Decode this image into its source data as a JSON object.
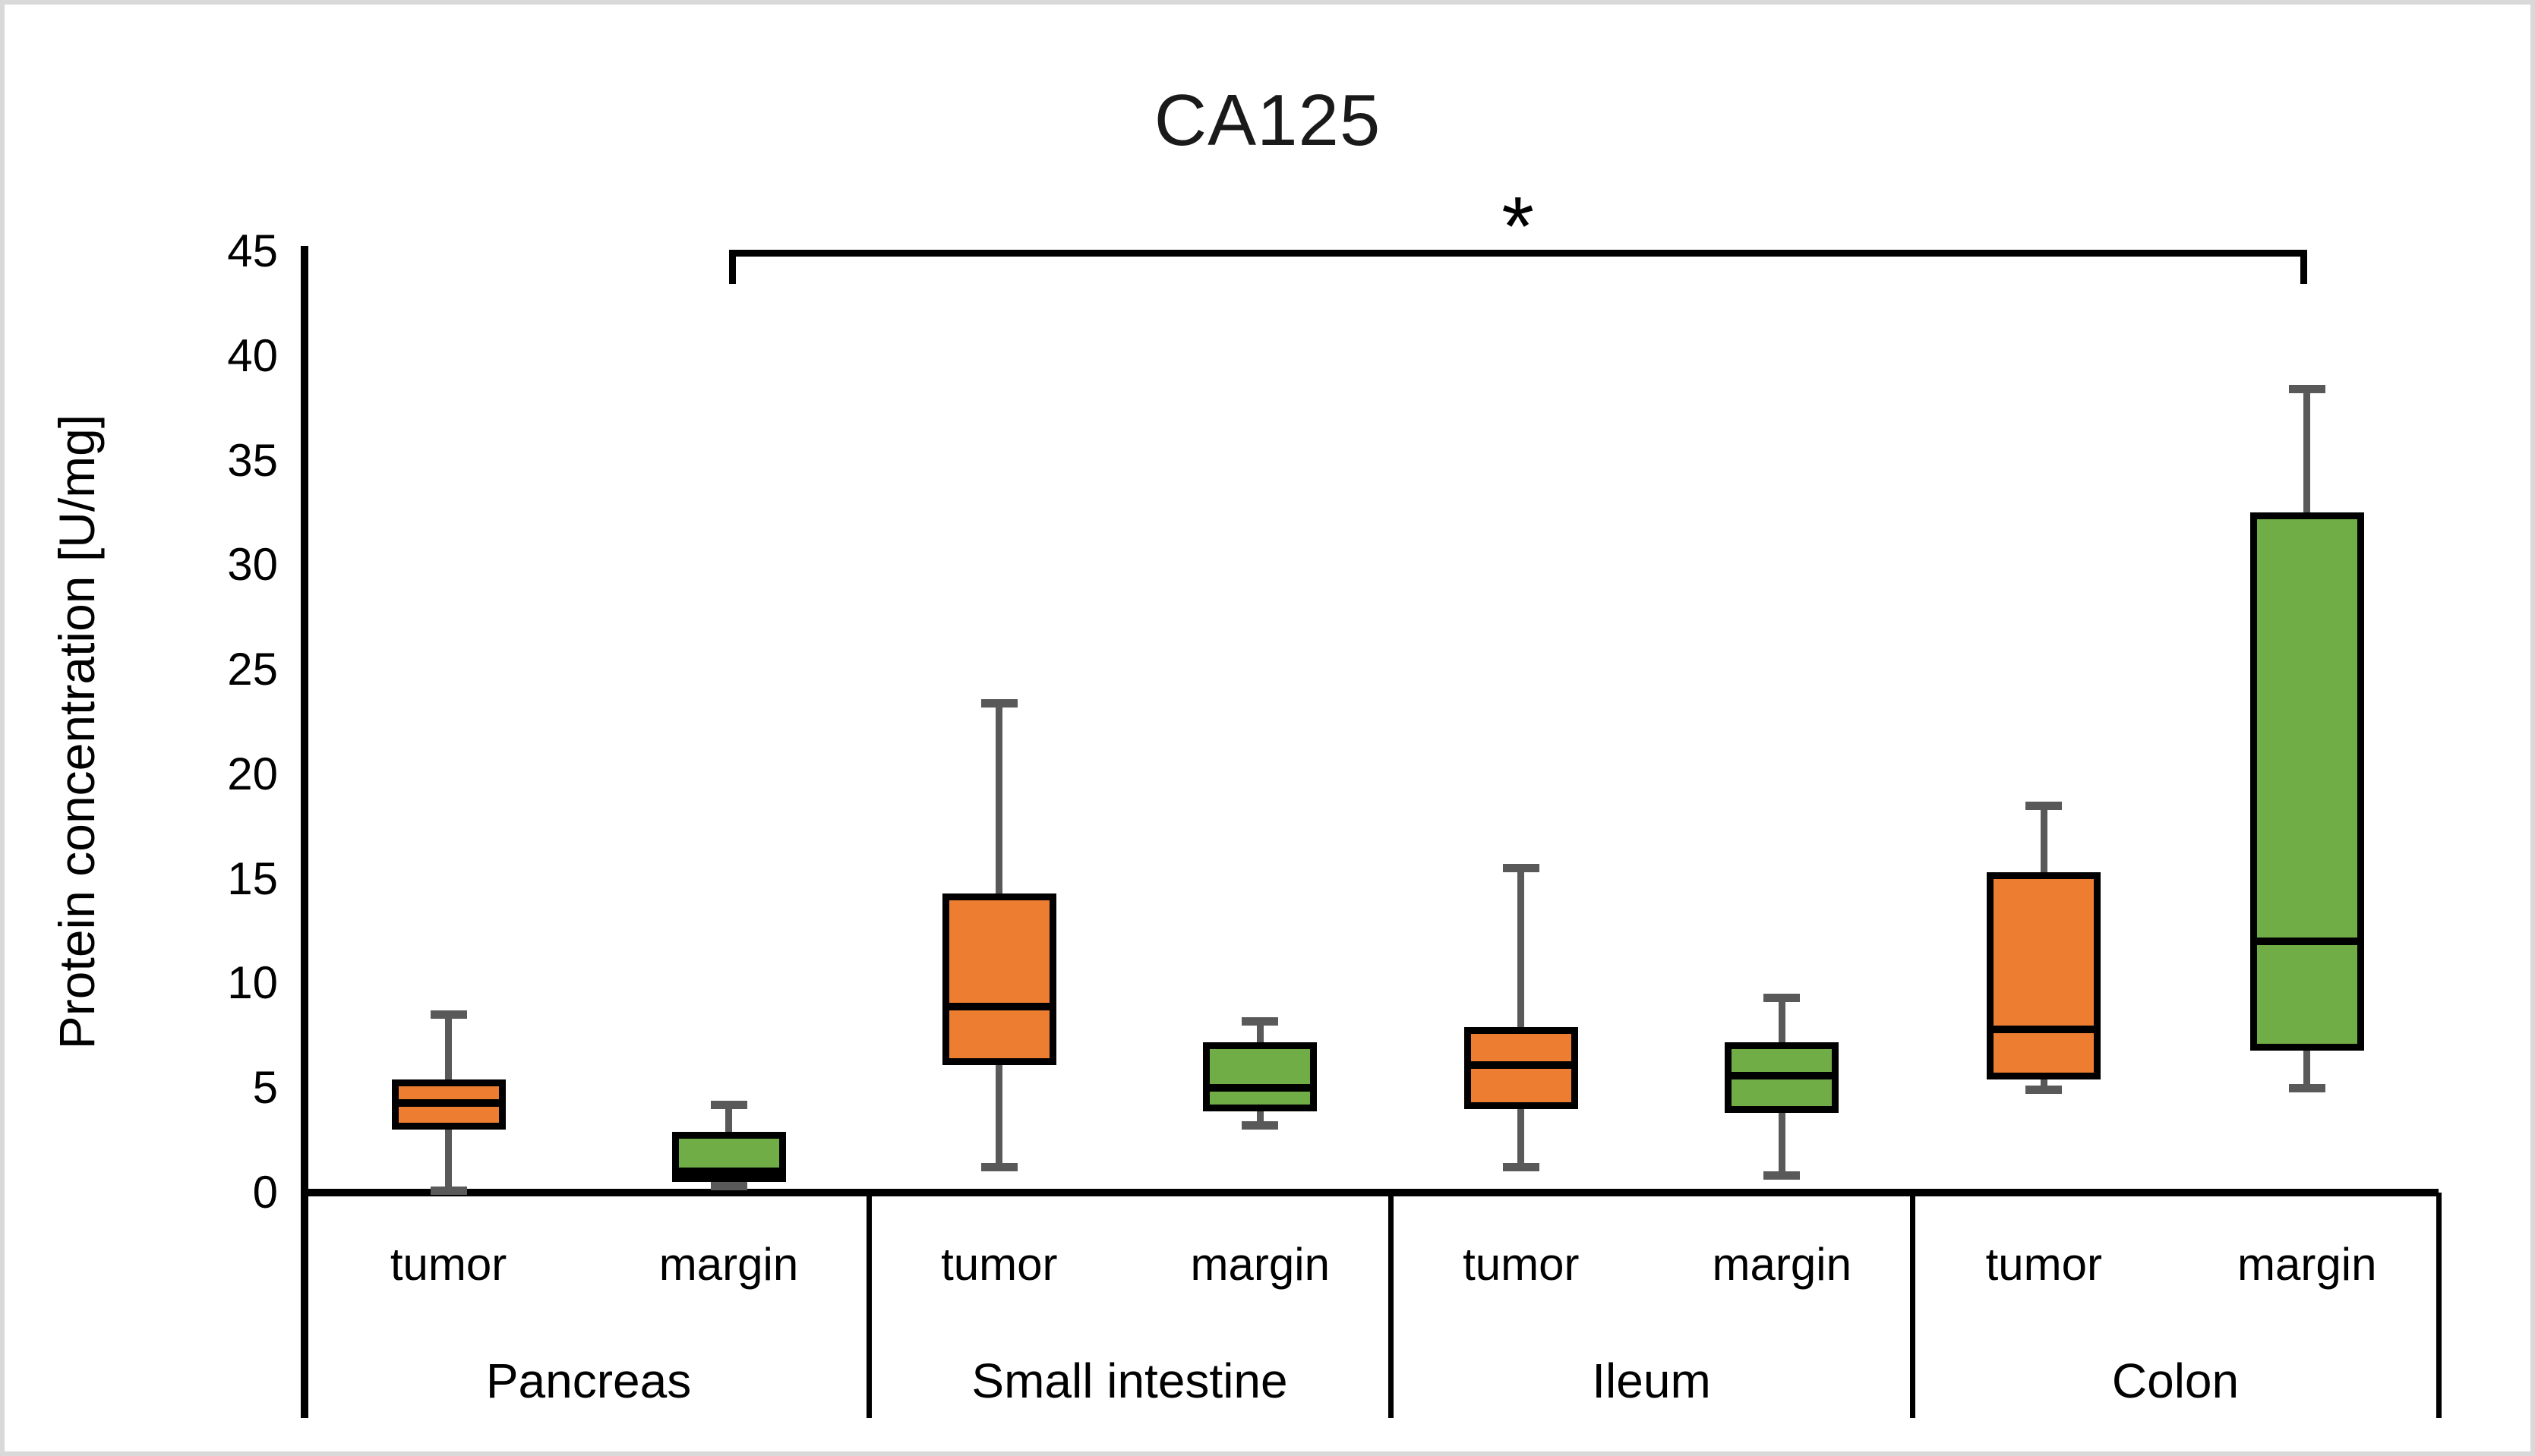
{
  "figure": {
    "title": "CA125",
    "y_axis_title": "Protein concentration [U/mg]",
    "significance": {
      "symbol": "*",
      "from_group": "Pancreas",
      "from_box": "margin",
      "to_group": "Colon",
      "to_box": "margin"
    }
  },
  "colors": {
    "tumor_fill": "#ED7D31",
    "margin_fill": "#70AD47",
    "whisker": "#595959",
    "box_border": "#000000",
    "axis": "#000000",
    "text": "#000000",
    "figure_border": "#D9D9D9"
  },
  "chart_data": {
    "type": "boxplot",
    "title": "CA125",
    "xlabel": "",
    "ylabel": "Protein concentration [U/mg]",
    "ylim": [
      0,
      45
    ],
    "ytick_step": 5,
    "yticks": [
      0,
      5,
      10,
      15,
      20,
      25,
      30,
      35,
      40,
      45
    ],
    "grid": false,
    "legend_position": "none",
    "series_names": [
      "tumor",
      "margin"
    ],
    "annotation": {
      "symbol": "*",
      "spans": [
        "Pancreas margin",
        "Colon margin"
      ]
    },
    "groups": [
      {
        "label": "Pancreas",
        "boxes": [
          {
            "label": "tumor",
            "min": 0.1,
            "q1": 3.0,
            "median": 4.3,
            "q3": 5.4,
            "max": 8.5
          },
          {
            "label": "margin",
            "min": 0.3,
            "q1": 0.5,
            "median": 1.0,
            "q3": 2.9,
            "max": 4.2
          }
        ]
      },
      {
        "label": "Small intestine",
        "boxes": [
          {
            "label": "tumor",
            "min": 1.2,
            "q1": 6.1,
            "median": 8.9,
            "q3": 14.3,
            "max": 23.4
          },
          {
            "label": "margin",
            "min": 3.2,
            "q1": 3.9,
            "median": 5.0,
            "q3": 7.2,
            "max": 8.2
          }
        ]
      },
      {
        "label": "Ileum",
        "boxes": [
          {
            "label": "tumor",
            "min": 1.2,
            "q1": 4.0,
            "median": 6.1,
            "q3": 7.9,
            "max": 15.5
          },
          {
            "label": "margin",
            "min": 0.8,
            "q1": 3.8,
            "median": 5.6,
            "q3": 7.2,
            "max": 9.3
          }
        ]
      },
      {
        "label": "Colon",
        "boxes": [
          {
            "label": "tumor",
            "min": 4.9,
            "q1": 5.4,
            "median": 7.8,
            "q3": 15.3,
            "max": 18.5
          },
          {
            "label": "margin",
            "min": 5.0,
            "q1": 6.8,
            "median": 12.0,
            "q3": 32.5,
            "max": 38.4
          }
        ]
      }
    ]
  }
}
